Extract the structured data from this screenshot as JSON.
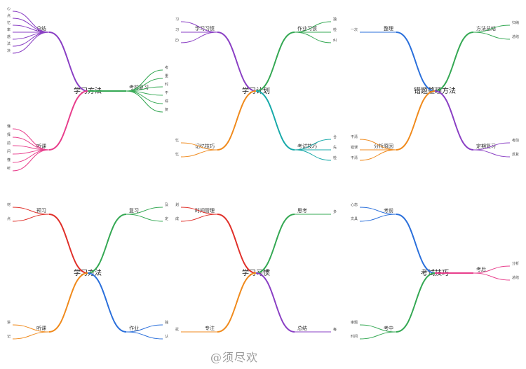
{
  "watermark": "@须尽欢",
  "colors": {
    "red": "#e0302a",
    "orange": "#f08a1c",
    "yellow": "#e6c619",
    "green": "#34a853",
    "teal": "#17a9a9",
    "blue": "#2a6fdb",
    "purple": "#8a3fc4",
    "pink": "#e83e8c",
    "magenta": "#c21f9a",
    "lime": "#7cc242",
    "brown": "#8b5a2b"
  },
  "maps": [
    {
      "root": "学习方法",
      "groups": [
        {
          "label": "总结",
          "color": "purple",
          "children": [
            "笔记的核心",
            "做作业要有重点",
            "好记忆",
            "提高做题效率",
            "在学习中遇到问题或疑惑",
            "平时成绩好的方法",
            "遇到问题及时解决"
          ]
        },
        {
          "label": "听课",
          "color": "pink",
          "children": [
            "一点也没有听懂",
            "学习时间的选择",
            "遇到要提前",
            "一定要及时去问",
            "没有什么不懂",
            "精听"
          ]
        },
        {
          "label": "考前复习",
          "color": "green",
          "children": [
            "考前一个月",
            "重视错题的整理",
            "时间规划",
            "不要临时抱佛脚",
            "综合复习",
            "复习计划"
          ]
        }
      ]
    },
    {
      "root": "学习计划",
      "groups": [
        {
          "label": "学习习惯",
          "color": "purple",
          "children": [
            "每天预习",
            "课前预习",
            "认真听讲(笔记)"
          ]
        },
        {
          "label": "记忆技巧",
          "color": "orange",
          "children": [
            "理解记忆",
            "联想记忆"
          ]
        },
        {
          "label": "作业习惯",
          "color": "green",
          "children": [
            "独立完成作业",
            "检查作业",
            "纠正错题"
          ]
        },
        {
          "label": "考试技巧",
          "color": "teal",
          "children": [
            "合理分配时间",
            "先易后难",
            "检查试卷"
          ]
        }
      ]
    },
    {
      "root": "错题整理方法",
      "groups": [
        {
          "label": "整理",
          "color": "blue",
          "children": [
            "每周整理一次"
          ]
        },
        {
          "label": "分析原因",
          "color": "orange",
          "children": [
            "概念不清",
            "计算错误",
            "审题不清"
          ]
        },
        {
          "label": "方法总结",
          "color": "green",
          "children": [
            "归纳题型",
            "总结方法"
          ]
        },
        {
          "label": "定期复习",
          "color": "purple",
          "children": [
            "考前必看",
            "反复练习"
          ]
        }
      ]
    },
    {
      "root": "学习方法",
      "groups": [
        {
          "label": "预习",
          "color": "red",
          "children": [
            "浏览教材",
            "标记难点"
          ]
        },
        {
          "label": "听课",
          "color": "orange",
          "children": [
            "认真听讲",
            "记好笔记"
          ]
        },
        {
          "label": "复习",
          "color": "green",
          "children": [
            "及时复习",
            "定期回顾"
          ]
        },
        {
          "label": "作业",
          "color": "blue",
          "children": [
            "独立完成",
            "认真检查"
          ]
        }
      ]
    },
    {
      "root": "学习习惯",
      "groups": [
        {
          "label": "时间管理",
          "color": "red",
          "children": [
            "制定计划",
            "按时完成"
          ]
        },
        {
          "label": "专注",
          "color": "orange",
          "children": [
            "远离干扰"
          ]
        },
        {
          "label": "思考",
          "color": "green",
          "children": [
            "多问为什么"
          ]
        },
        {
          "label": "总结",
          "color": "purple",
          "children": [
            "每日总结"
          ]
        }
      ]
    },
    {
      "root": "考试技巧",
      "groups": [
        {
          "label": "考前",
          "color": "blue",
          "children": [
            "调整心态",
            "准备文具"
          ]
        },
        {
          "label": "考中",
          "color": "green",
          "children": [
            "仔细审题",
            "合理分配时间"
          ]
        },
        {
          "label": "考后",
          "color": "pink",
          "children": [
            "分析试卷",
            "总结经验"
          ]
        }
      ]
    }
  ]
}
